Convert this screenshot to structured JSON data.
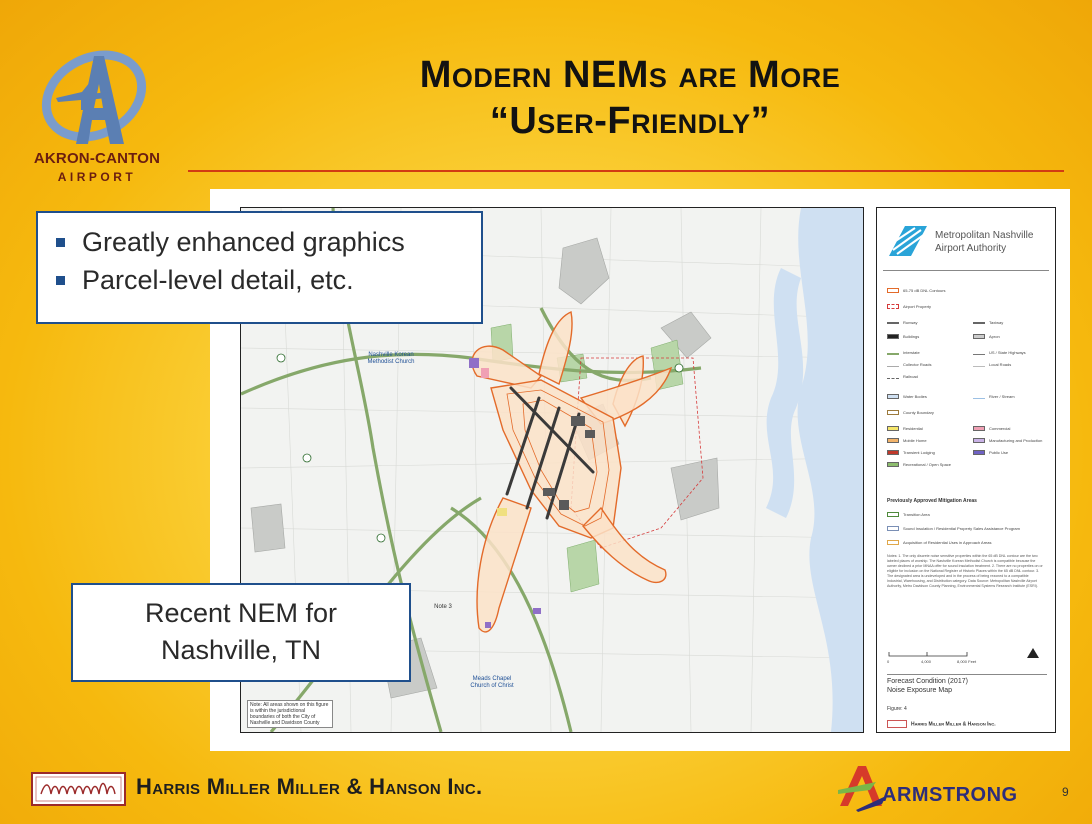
{
  "logo": {
    "line1": "AKRON-CANTON",
    "line2": "AIRPORT"
  },
  "title": {
    "line1": "Modern NEMs are More",
    "line2": "“User-Friendly”"
  },
  "bullets": [
    "Greatly enhanced graphics",
    "Parcel-level detail, etc."
  ],
  "caption": {
    "line1": "Recent NEM for",
    "line2": "Nashville, TN"
  },
  "map": {
    "labels": {
      "church_north": "Nashville Korean Methodist Church",
      "church_south": "Meads Chapel Church of Christ",
      "note3": "Note 3"
    },
    "note_box": "Note: All areas shown on this figure is within the jurisdictional boundaries of both the City of Nashville and Davidson County"
  },
  "legend": {
    "org_line1": "Metropolitan Nashville",
    "org_line2": "Airport Authority",
    "items": {
      "contours": "65-75 dB DNL Contours",
      "airport_property": "Airport Property",
      "runway": "Runway",
      "taxiway": "Taxiway",
      "buildings": "Buildings",
      "apron": "Apron",
      "interstate": "Interstate",
      "us_highways": "US / State Highways",
      "collector_roads": "Collector Roads",
      "local_roads": "Local Roads",
      "railroad": "Railroad",
      "water_bodies": "Water Bodies",
      "river_stream": "River / Stream",
      "county_boundary": "County Boundary",
      "residential": "Residential",
      "commercial": "Commercial",
      "mobile_home": "Mobile Home",
      "manufacturing": "Manufacturing and Production",
      "transient": "Transient Lodging",
      "public_use": "Public Use",
      "recreational": "Recreational / Open Space"
    },
    "mitigation_heading": "Previously Approved Mitigation Areas",
    "mitigation": {
      "transition": "Transition Area",
      "sound_insulation": "Sound Insulation / Residential Property Sales Assistance Program",
      "acquisition": "Acquisition of Residential Uses in Approach Areas"
    },
    "notes": "Notes: 1. The only discrete noise sensitive properties within the 65 dB DNL contour are the two labeled places of worship. The Nashville Korean Methodist Church is compatible because the owner declined a prior MNAA offer for sound insulation treatment. 2. There are no properties on or eligible for inclusion on the National Register of Historic Places within the 65 dB DNL contour. 3. The designated area is undeveloped and in the process of being rezoned to a compatible Industrial, Warehousing, and Distribution category. Data Source: Metropolitan Nashville Airport Authority, Metro Davidson County Planning, Environmental Systems Research Institute (ESRI).",
    "scale": {
      "zero": "0",
      "mid": "4,000",
      "end": "8,000 Feet"
    },
    "forecast_line1": "Forecast Condition (2017)",
    "forecast_line2": "Noise Exposure Map",
    "figure": "Figure: 4",
    "firm": "Harris Miller Miller & Hanson Inc."
  },
  "footer": {
    "company": "Harris Miller Miller & Hanson Inc.",
    "partner": "ARMSTRONG",
    "page": "9"
  },
  "colors": {
    "title_rule": "#d23b12",
    "callout_border": "#1f4f8c",
    "logo_blue": "#5b7fb3",
    "logo_text": "#6b1e10",
    "contour": "#e36b2a",
    "water": "#cfe0f2",
    "armstrong_navy": "#2d2d7a"
  },
  "icons": {
    "airport_logo": "airplane-a-icon",
    "authority_logo": "wing-stripes-icon",
    "hmmh_logo": "hmmh-signature-icon",
    "armstrong_logo": "a-arrow-icon"
  }
}
